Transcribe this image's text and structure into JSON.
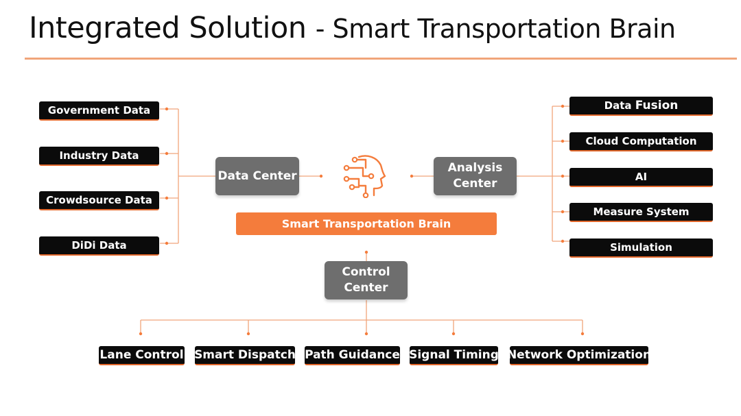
{
  "title": {
    "main": "Integrated Solution",
    "sub": "- Smart Transportation Brain"
  },
  "inputs": [
    "Government Data",
    "Industry Data",
    "Crowdsource Data",
    "DiDi Data"
  ],
  "outputs": [
    {
      "prefix": "Data",
      "emph": "Fusion"
    },
    {
      "prefix": "Cloud Computation",
      "emph": ""
    },
    {
      "prefix": "AI",
      "emph": ""
    },
    {
      "prefix": "Measure System",
      "emph": ""
    },
    {
      "prefix": "Simulation",
      "emph": ""
    }
  ],
  "hubs": {
    "data_center": "Data Center",
    "analysis_center": "Analysis Center",
    "control_center": "Control Center"
  },
  "brain_label": "Smart Transportation Brain",
  "controls": [
    "Lane Control",
    "Smart Dispatch",
    "Path Guidance",
    "Signal Timing",
    "Network Optimization"
  ],
  "colors": {
    "accent": "#f47c3c",
    "line": "#f0a57a",
    "block": "#0b0b0b",
    "hub": "#6e6e6e"
  },
  "icon": "brain-circuit-icon"
}
